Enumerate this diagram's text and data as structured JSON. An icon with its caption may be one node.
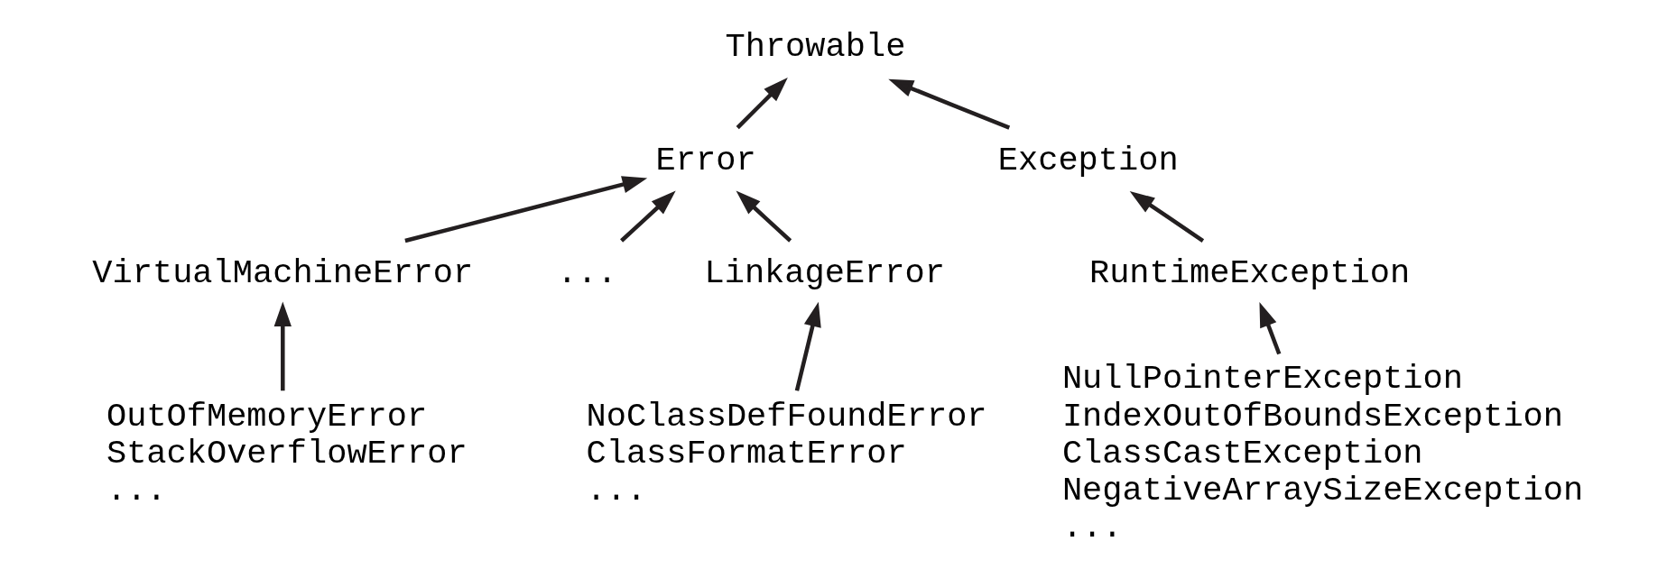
{
  "diagram": {
    "nodes": [
      {
        "text": [
          "Throwable"
        ]
      },
      {
        "text": [
          "Error"
        ]
      },
      {
        "text": [
          "Exception"
        ]
      },
      {
        "text": [
          "VirtualMachineError"
        ]
      },
      {
        "text": [
          "..."
        ]
      },
      {
        "text": [
          "LinkageError"
        ]
      },
      {
        "text": [
          "RuntimeException"
        ]
      },
      {
        "text": [
          "OutOfMemoryError",
          "StackOverflowError",
          "..."
        ]
      },
      {
        "text": [
          "NoClassDefFoundError",
          "ClassFormatError",
          "..."
        ]
      },
      {
        "text": [
          "NullPointerException",
          "IndexOutOfBoundsException",
          "ClassCastException",
          "NegativeArraySizeException",
          "..."
        ]
      }
    ],
    "edges": [
      {
        "from": 1,
        "to": 0,
        "arrow": "to"
      },
      {
        "from": 2,
        "to": 0,
        "arrow": "to"
      },
      {
        "from": 3,
        "to": 1,
        "arrow": "to"
      },
      {
        "from": 4,
        "to": 1,
        "arrow": "to"
      },
      {
        "from": 5,
        "to": 1,
        "arrow": "to"
      },
      {
        "from": 6,
        "to": 2,
        "arrow": "to"
      },
      {
        "from": 7,
        "to": 3,
        "arrow": "to"
      },
      {
        "from": 8,
        "to": 5,
        "arrow": "to"
      },
      {
        "from": 9,
        "to": 6,
        "arrow": "to"
      }
    ]
  }
}
